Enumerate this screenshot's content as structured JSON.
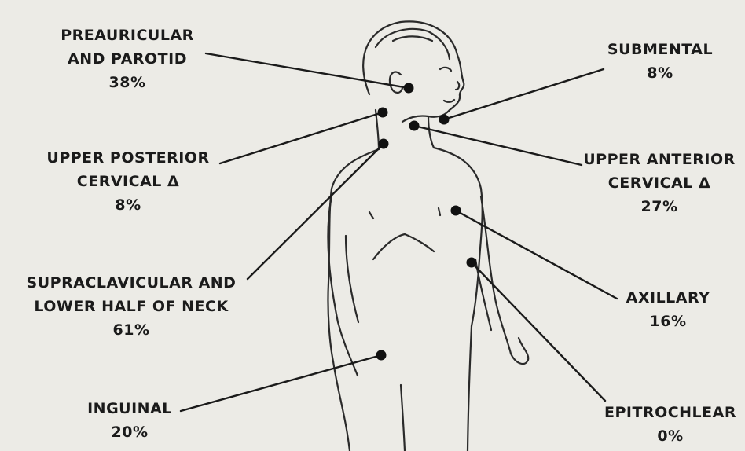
{
  "diagram": {
    "sites": [
      {
        "id": "preauricular",
        "lines": [
          "PREAURICULAR",
          "AND PAROTID"
        ],
        "percent": "38%"
      },
      {
        "id": "upper-posterior",
        "lines": [
          "UPPER POSTERIOR",
          "CERVICAL Δ"
        ],
        "percent": "8%"
      },
      {
        "id": "supraclavicular",
        "lines": [
          "SUPRACLAVICULAR AND",
          "LOWER HALF OF NECK"
        ],
        "percent": "61%"
      },
      {
        "id": "inguinal",
        "lines": [
          "INGUINAL"
        ],
        "percent": "20%"
      },
      {
        "id": "submental",
        "lines": [
          "SUBMENTAL"
        ],
        "percent": "8%"
      },
      {
        "id": "upper-anterior",
        "lines": [
          "UPPER ANTERIOR",
          "CERVICAL Δ"
        ],
        "percent": "27%"
      },
      {
        "id": "axillary",
        "lines": [
          "AXILLARY"
        ],
        "percent": "16%"
      },
      {
        "id": "epitrochlear",
        "lines": [
          "EPITROCHLEAR"
        ],
        "percent": "0%"
      }
    ]
  }
}
